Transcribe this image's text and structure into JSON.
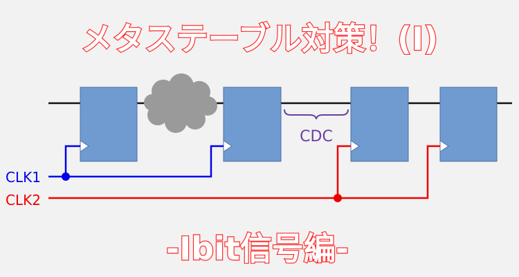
{
  "title": "メタステーブル対策！(I)",
  "subtitle": "-Ibit信号編-",
  "clock_labels": {
    "clk1": "CLK1",
    "clk2": "CLK2"
  },
  "annotation": "CDC",
  "colors": {
    "background": "#f2f2f2",
    "title_outline": "#ff2a2a",
    "flipflop_fill": "#6f9bd1",
    "flipflop_stroke": "#4a6fa5",
    "data_line": "#111111",
    "clk1_line": "#0000ee",
    "clk2_line": "#ee0000",
    "annotation_color": "#6b3fa0",
    "cloud_fill": "#9a9a9a"
  },
  "icons": {
    "combinational_logic": "cloud-icon"
  }
}
